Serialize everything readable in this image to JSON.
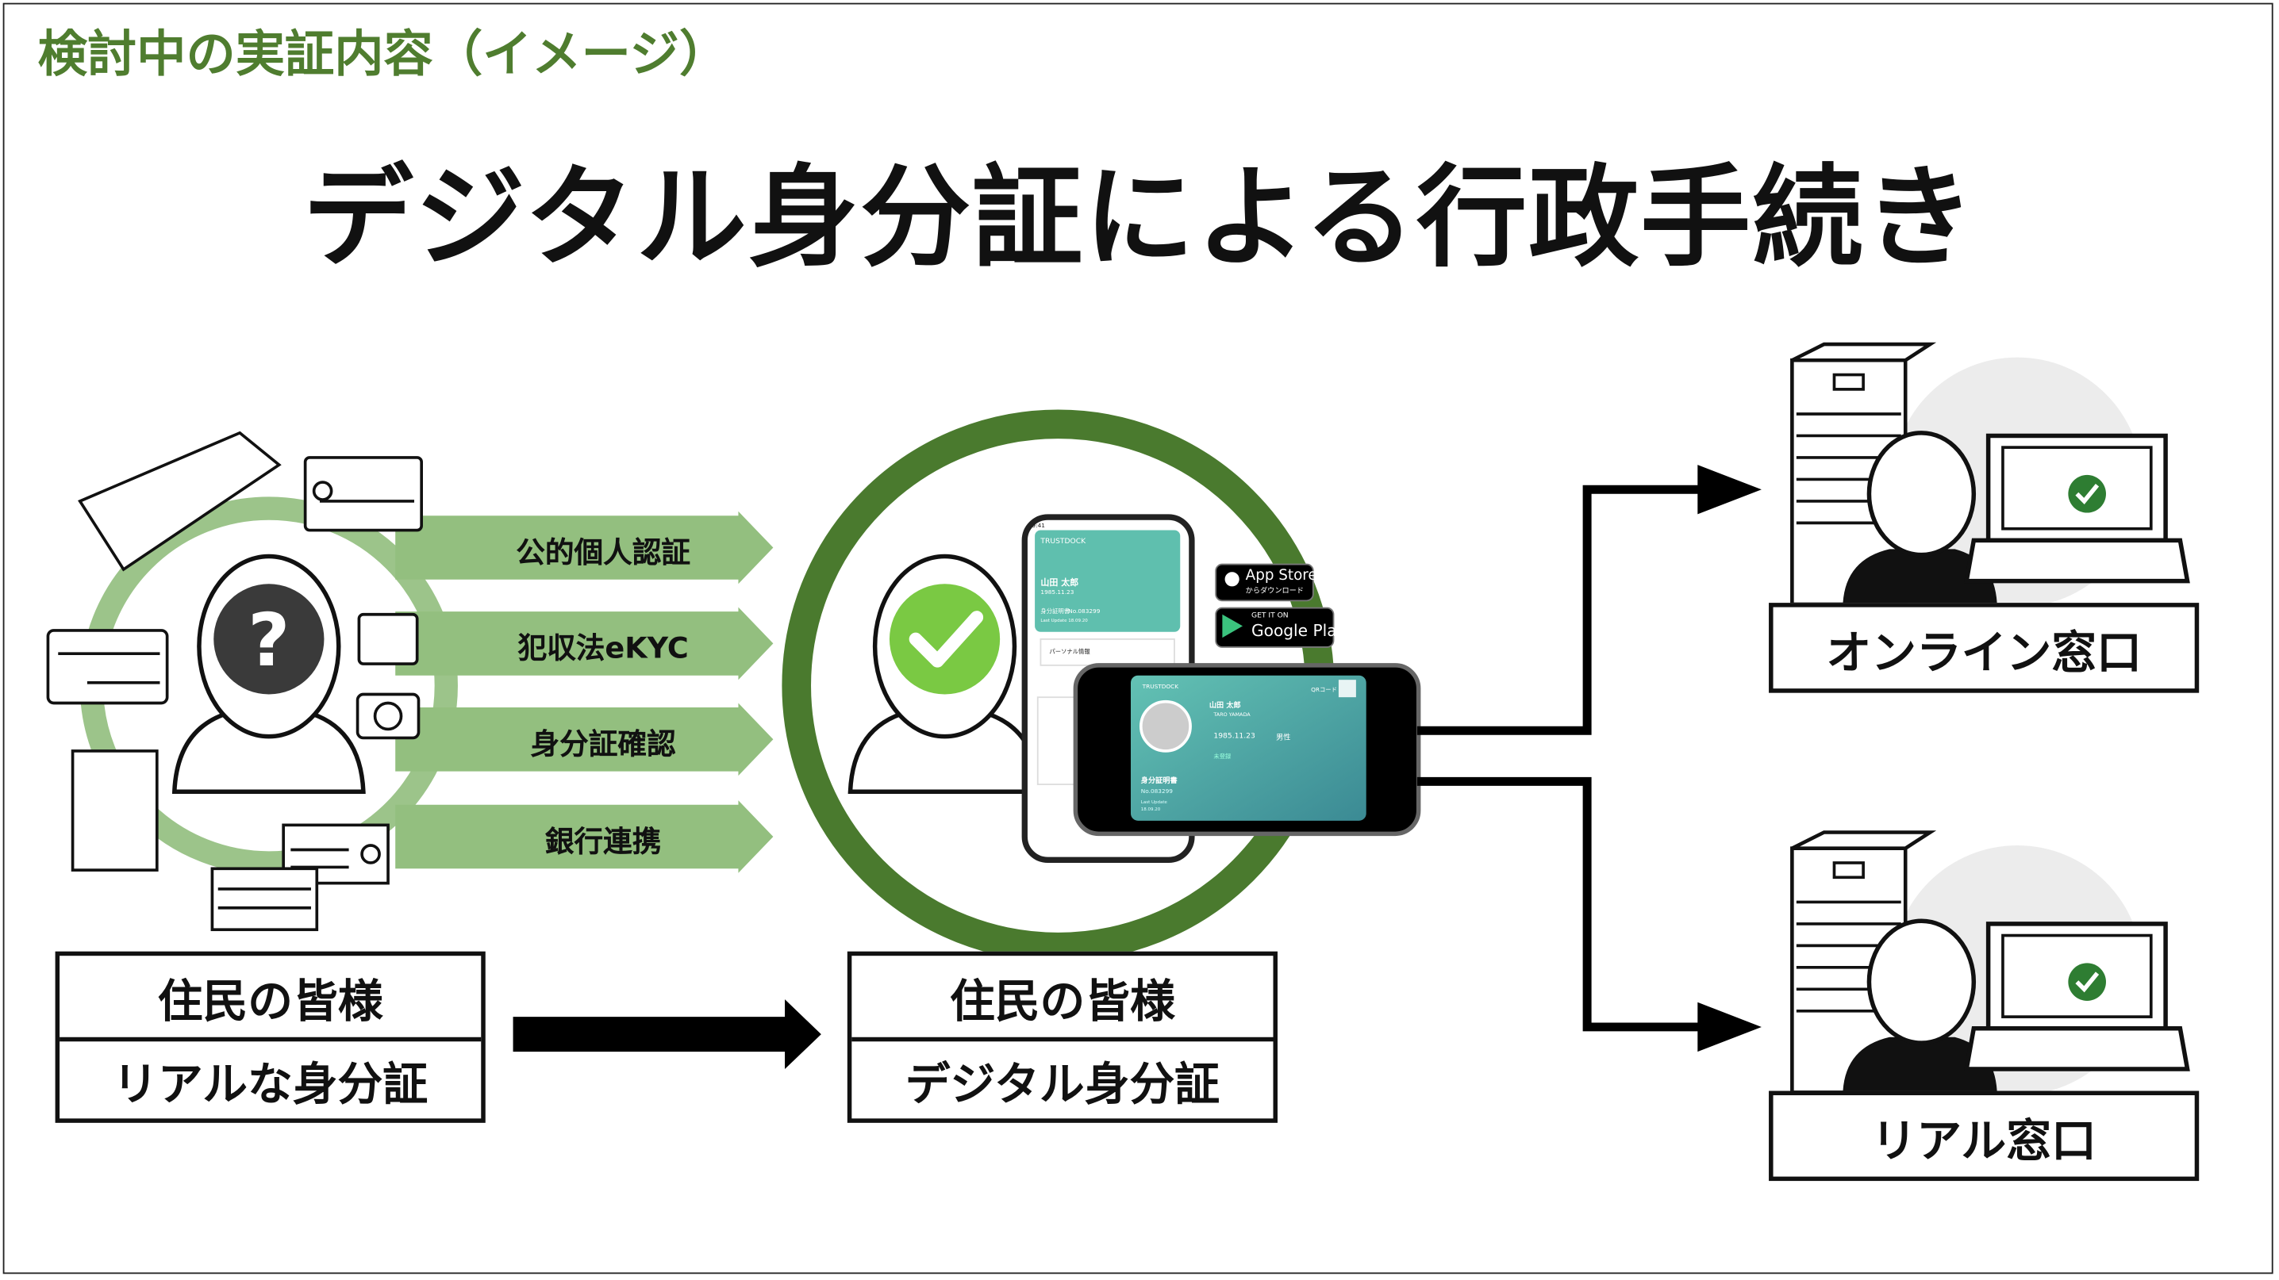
{
  "header": {
    "subtitle": "検討中の実証内容（イメージ）",
    "title": "デジタル身分証による行政手続き"
  },
  "left": {
    "arrows": [
      "公的個人認証",
      "犯収法eKYC",
      "身分証確認",
      "銀行連携"
    ],
    "box": {
      "line1": "住民の皆様",
      "line2": "リアルな身分証"
    },
    "center_icon": "question-mark-icon"
  },
  "middle": {
    "box": {
      "line1": "住民の皆様",
      "line2": "デジタル身分証"
    },
    "center_icon": "check-icon",
    "app_store": {
      "line1": "App Store",
      "line2": "からダウンロード"
    },
    "google_play": {
      "line1": "GET IT ON",
      "line2": "Google Play"
    },
    "phone_portrait": {
      "time": "9:41",
      "brand": "TRUSTDOCK",
      "name": "山田 太郎",
      "dob": "1985.11.23",
      "doc": "身分証明書",
      "no": "No.083299",
      "updated": "Last Update 18.09.20",
      "menu": "パーソナル情報"
    },
    "phone_landscape": {
      "brand": "TRUSTDOCK",
      "qr": "QRコード",
      "name": "山田 太郎",
      "name_en": "TARO YAMADA",
      "dob": "1985.11.23",
      "gender": "男性",
      "address": "未登録",
      "doc": "身分証明書",
      "no": "No.083299",
      "updated_label": "Last Update",
      "updated": "18.09.20"
    }
  },
  "right": {
    "online_label": "オンライン窓口",
    "real_label": "リアル窓口"
  },
  "colors": {
    "dark_green": "#4a7a2e",
    "light_green": "#9cc48a",
    "check_green": "#7ac943",
    "teal": "#4aa3a0"
  }
}
